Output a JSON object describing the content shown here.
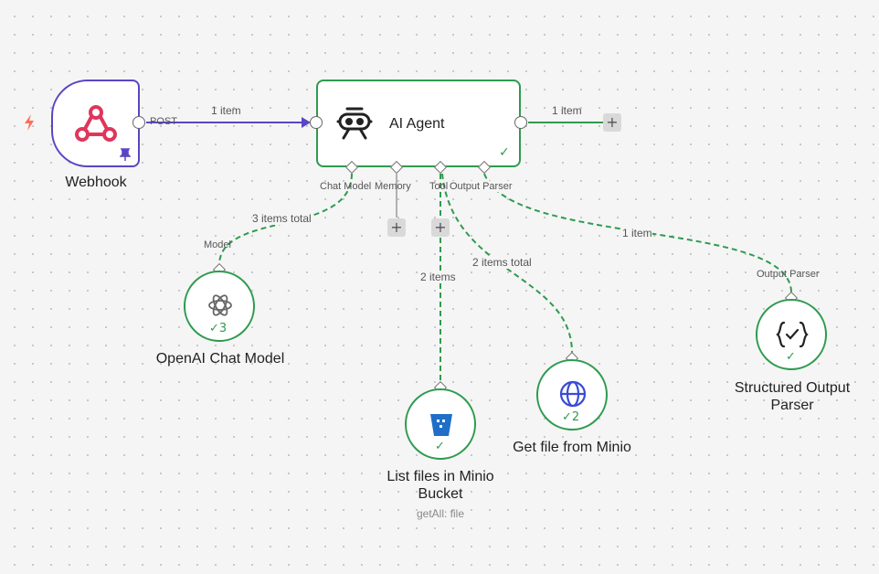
{
  "colors": {
    "green": "#2e9b4f",
    "purple": "#5a45c4",
    "webhook_red": "#e0365b",
    "trigger_orange": "#ff6d5a",
    "minio_blue": "#1f6fc8",
    "globe_blue": "#3a4bd6"
  },
  "nodes": {
    "webhook": {
      "label": "Webhook",
      "icon": "webhook-icon"
    },
    "ai_agent": {
      "label": "AI Agent",
      "icon": "robot-icon"
    },
    "openai": {
      "label": "OpenAI Chat Model",
      "badge": "3",
      "icon": "openai-icon"
    },
    "minio_list": {
      "label_line1": "List files in Minio",
      "label_line2": "Bucket",
      "subtitle": "getAll: file",
      "icon": "bucket-icon"
    },
    "minio_get": {
      "label": "Get file from Minio",
      "badge": "2",
      "icon": "globe-icon"
    },
    "parser": {
      "label_line1": "Structured Output",
      "label_line2": "Parser",
      "icon": "braces-check-icon"
    }
  },
  "ports": {
    "webhook_out": "POST",
    "chat_model": "Chat Model",
    "memory": "Memory",
    "tool": "Tool",
    "output_parser": "Output Parser",
    "openai_in": "Model",
    "parser_in": "Output Parser"
  },
  "edges": {
    "webhook_to_agent": "1 item",
    "agent_out": "1 item",
    "model": "3 items total",
    "list_files": "2 items",
    "get_file": "2 items total",
    "parser": "1 item"
  },
  "buttons": {
    "plus": "+"
  }
}
